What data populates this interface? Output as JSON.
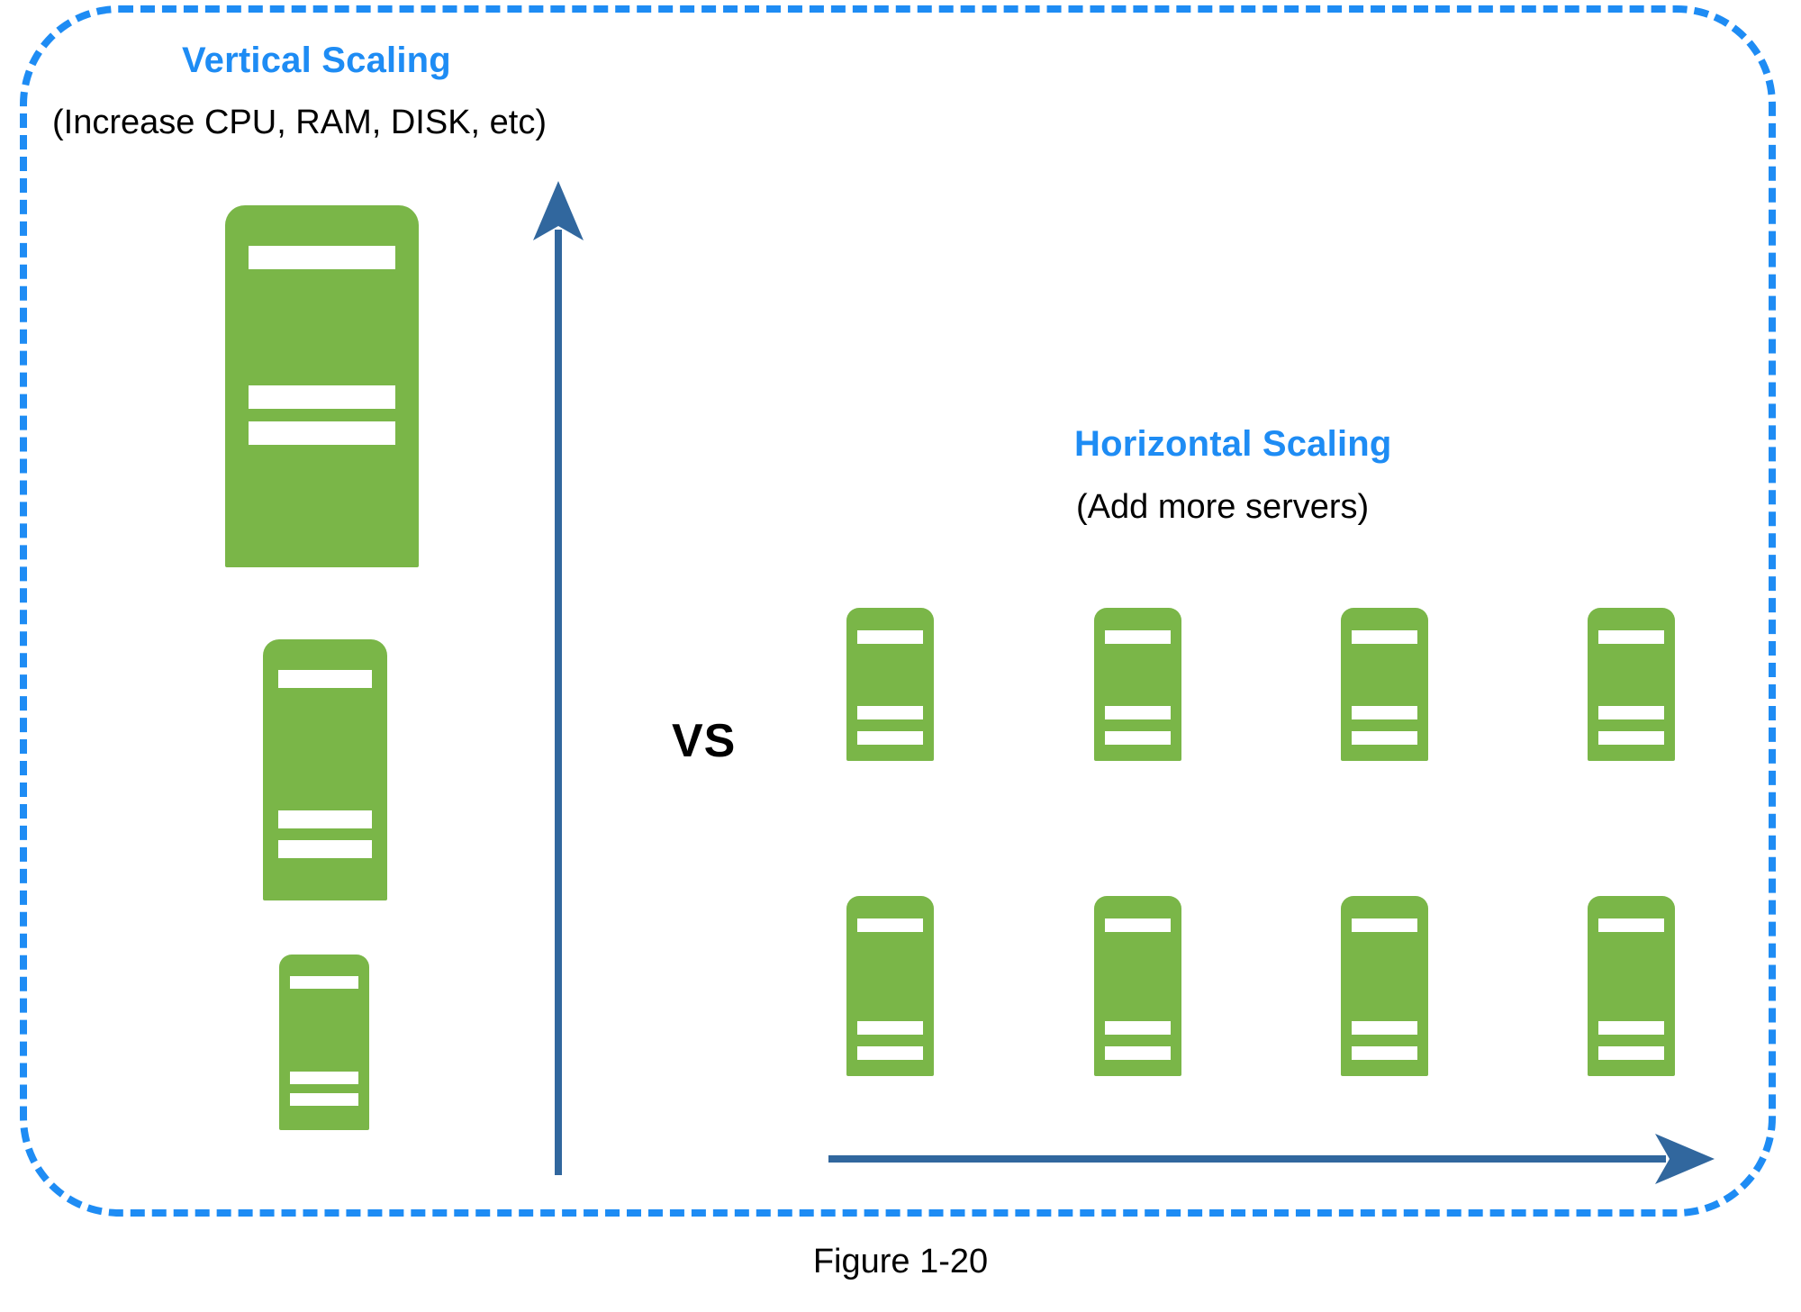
{
  "figure": {
    "caption": "Figure 1-20"
  },
  "colors": {
    "frame_border": "#1E8CF4",
    "heading": "#1E8CF4",
    "server_green": "#7AB648",
    "server_slot": "#FFFFFF",
    "arrow_blue": "#31679E",
    "text_black": "#000000",
    "background": "#FFFFFF"
  },
  "left_panel": {
    "heading": "Vertical Scaling",
    "subtext": "(Increase CPU, RAM, DISK, etc)",
    "servers": [
      {
        "name": "server-large",
        "size": "large"
      },
      {
        "name": "server-medium",
        "size": "medium"
      },
      {
        "name": "server-small",
        "size": "small"
      }
    ],
    "axis_arrow": "up-arrow-icon"
  },
  "comparator": {
    "label": "VS"
  },
  "right_panel": {
    "heading": "Horizontal Scaling",
    "subtext": "(Add more servers)",
    "server_grid": {
      "rows": 2,
      "columns": 4,
      "total": 8
    },
    "axis_arrow": "right-arrow-icon"
  }
}
